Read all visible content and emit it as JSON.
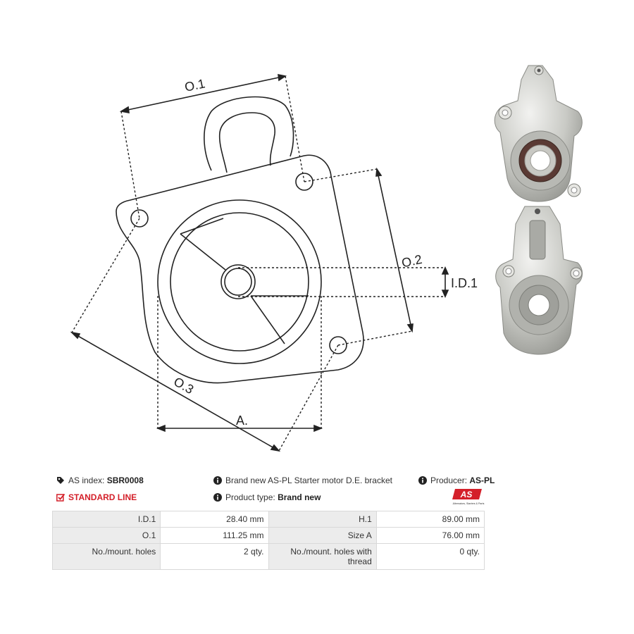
{
  "drawing": {
    "labels": {
      "o1": "O.1",
      "o2": "O.2",
      "o3": "O.3",
      "id1": "I.D.1",
      "a": "A."
    }
  },
  "photos": {
    "top_icon": "bracket-front-photo",
    "bottom_icon": "bracket-back-photo"
  },
  "info": {
    "as_index_label": "AS index:",
    "as_index_value": "SBR0008",
    "description": "Brand new AS-PL Starter motor D.E. bracket",
    "producer_label": "Producer:",
    "producer_value": "AS-PL",
    "line": "STANDARD LINE",
    "product_type_label": "Product type:",
    "product_type_value": "Brand new"
  },
  "logo": {
    "mark": "AS",
    "tagline": "Alternators, Starters & Parts",
    "accent": "#d4202a"
  },
  "specs": {
    "rows": [
      {
        "l1": "I.D.1",
        "v1": "28.40 mm",
        "l2": "H.1",
        "v2": "89.00 mm"
      },
      {
        "l1": "O.1",
        "v1": "111.25 mm",
        "l2": "Size A",
        "v2": "76.00 mm"
      },
      {
        "l1": "No./mount. holes",
        "v1": "2 qty.",
        "l2": "No./mount. holes with thread",
        "v2": "0 qty."
      }
    ]
  }
}
